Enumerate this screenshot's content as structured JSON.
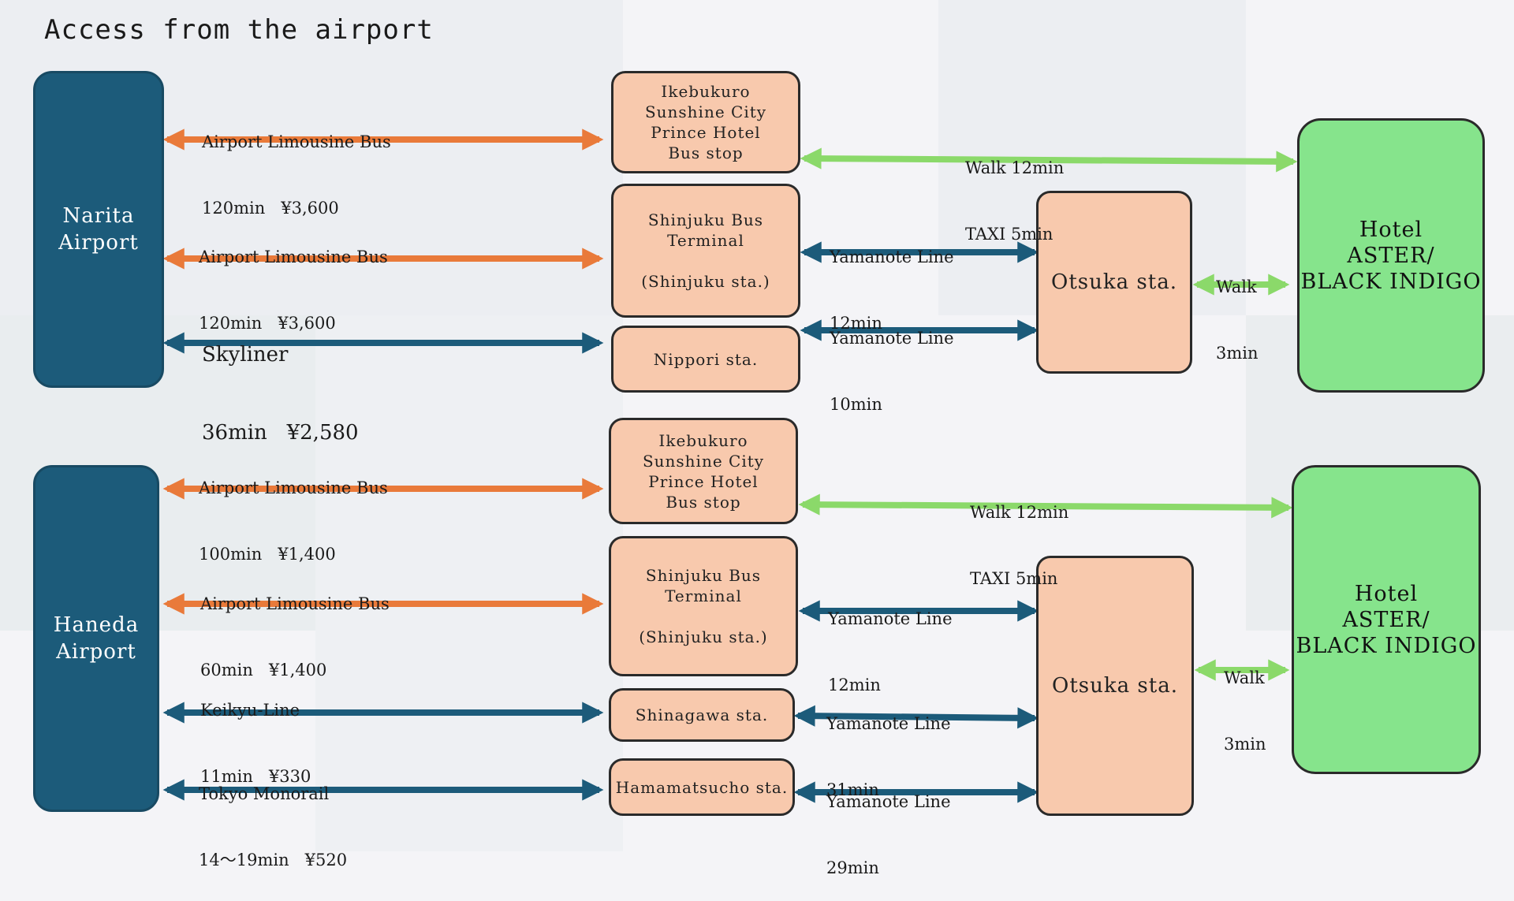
{
  "title": "Access from the airport",
  "colors": {
    "airport_box": "#1c5b7a",
    "station_box": "#f8c9ad",
    "hotel_box": "#86e48c",
    "bus_arrow": "#e97a3a",
    "train_arrow": "#1c5b7a",
    "walk_arrow": "#8bd96a"
  },
  "narita": {
    "airport": "Narita\nAirport",
    "hotel": "Hotel\nASTER/\nBLACK INDIGO",
    "otsuka": "Otsuka sta.",
    "stations": {
      "ikebukuro": "Ikebukuro\nSunshine City\nPrince Hotel\nBus stop",
      "shinjuku": "Shinjuku Bus\nTerminal\n\n(Shinjuku sta.)",
      "nippori": "Nippori sta."
    },
    "routes": {
      "bus1": {
        "name": "Airport Limousine Bus",
        "detail": "120min   ¥3,600"
      },
      "bus2": {
        "name": "Airport Limousine Bus",
        "detail": "120min   ¥3,600"
      },
      "skyliner": {
        "name": "Skyliner",
        "detail": "36min   ¥2,580"
      },
      "walk_taxi": {
        "line1": "Walk 12min",
        "line2": "TAXI 5min"
      },
      "yamanote1": {
        "name": "Yamanote Line",
        "detail": "12min"
      },
      "yamanote2": {
        "name": "Yamanote Line",
        "detail": "10min"
      },
      "walk": {
        "line1": "Walk",
        "line2": "3min"
      }
    }
  },
  "haneda": {
    "airport": "Haneda\nAirport",
    "hotel": "Hotel\nASTER/\nBLACK INDIGO",
    "otsuka": "Otsuka sta.",
    "stations": {
      "ikebukuro": "Ikebukuro\nSunshine City\nPrince Hotel\nBus stop",
      "shinjuku": "Shinjuku Bus\nTerminal\n\n(Shinjuku sta.)",
      "shinagawa": "Shinagawa sta.",
      "hamamatsucho": "Hamamatsucho sta."
    },
    "routes": {
      "bus1": {
        "name": "Airport Limousine Bus",
        "detail": "100min   ¥1,400"
      },
      "bus2": {
        "name": "Airport Limousine Bus",
        "detail": "60min   ¥1,400"
      },
      "keikyu": {
        "name": "Keikyu-Line",
        "detail": "11min   ¥330"
      },
      "monorail": {
        "name": "Tokyo Monorail",
        "detail": "14～19min   ¥520"
      },
      "walk_taxi": {
        "line1": "Walk 12min",
        "line2": "TAXI 5min"
      },
      "yamanote1": {
        "name": "Yamanote Line",
        "detail": "12min"
      },
      "yamanote2": {
        "name": "Yamanote Line",
        "detail": "31min"
      },
      "yamanote3": {
        "name": "Yamanote Line",
        "detail": "29min"
      },
      "walk": {
        "line1": "Walk",
        "line2": "3min"
      }
    }
  }
}
